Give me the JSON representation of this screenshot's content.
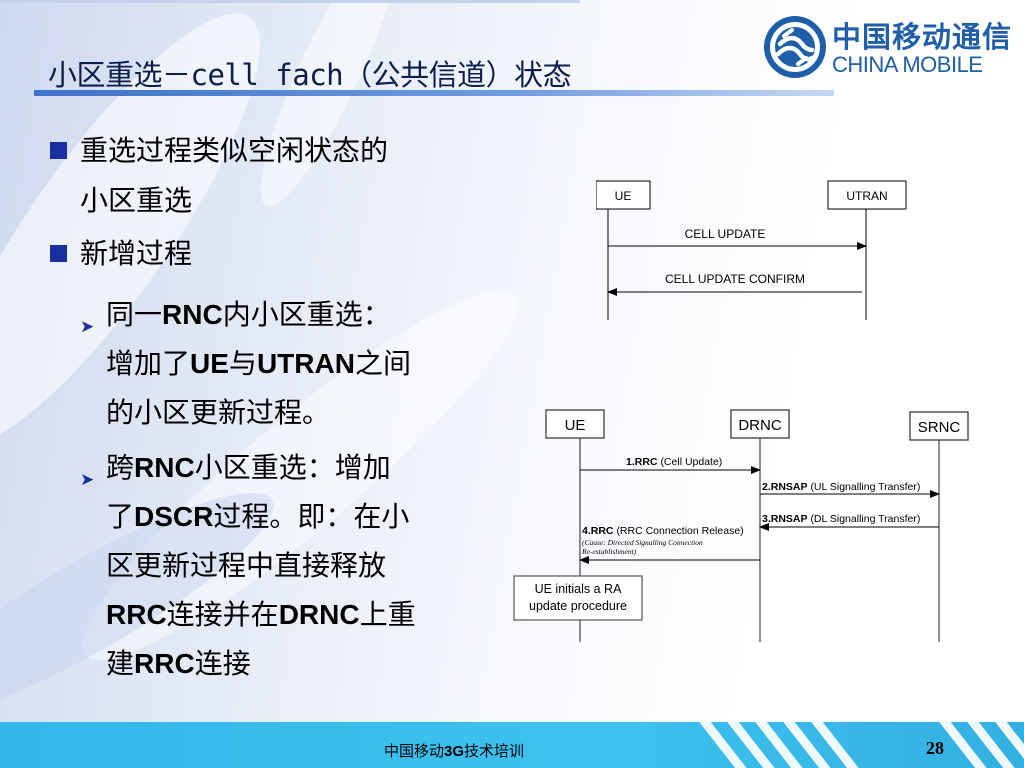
{
  "slide": {
    "title": "小区重选－cell_fach（公共信道）状态"
  },
  "logo": {
    "name_cn": "中国移动通信",
    "name_en": "CHINA MOBILE"
  },
  "bullets": [
    {
      "text_line1": "重选过程类似空闲状态的",
      "text_line2": "小区重选"
    },
    {
      "text": "新增过程"
    }
  ],
  "sub_bullets": [
    {
      "lines": [
        [
          "同一",
          "RNC",
          "内小区重选："
        ],
        [
          "增加了",
          "UE",
          "与",
          "UTRAN",
          "之间"
        ],
        [
          "的小区更新过程。"
        ]
      ]
    },
    {
      "lines": [
        [
          "跨",
          "RNC",
          "小区重选：增加"
        ],
        [
          "了",
          "DSCR",
          "过程。即：在小"
        ],
        [
          "区更新过程中直接释放"
        ],
        [
          "RRC",
          "连接并在",
          "DRNC",
          "上重"
        ],
        [
          "建",
          "RRC",
          "连接"
        ]
      ]
    }
  ],
  "diagram1": {
    "entities": [
      "UE",
      "UTRAN"
    ],
    "messages": [
      "CELL UPDATE",
      "CELL UPDATE CONFIRM"
    ]
  },
  "diagram2": {
    "entities": [
      "UE",
      "DRNC",
      "SRNC"
    ],
    "messages": [
      {
        "num": "1.RRC",
        "desc": "(Cell Update)"
      },
      {
        "num": "2.RNSAP",
        "desc": "(UL Signalling Transfer)"
      },
      {
        "num": "3.RNSAP",
        "desc": "(DL Signalling Transfer)"
      },
      {
        "num": "4.RRC",
        "desc": "(RRC Connection Release)",
        "cause_line1": "(Cause: Directed Signalling Connection",
        "cause_line2": "Re-establishment)"
      }
    ],
    "note_line1": "UE initials a RA",
    "note_line2": "update procedure"
  },
  "footer": {
    "text_prefix": "中国移动",
    "text_bold": "3G",
    "text_suffix": "技术培训",
    "page_number": "28"
  },
  "colors": {
    "title_text": "#0b1d4d",
    "bullet_marker": "#1a2fa0",
    "logo_blue": "#1f5ea8",
    "footer_bar": "#3dc1ef",
    "title_rule": "#3f73c9"
  }
}
